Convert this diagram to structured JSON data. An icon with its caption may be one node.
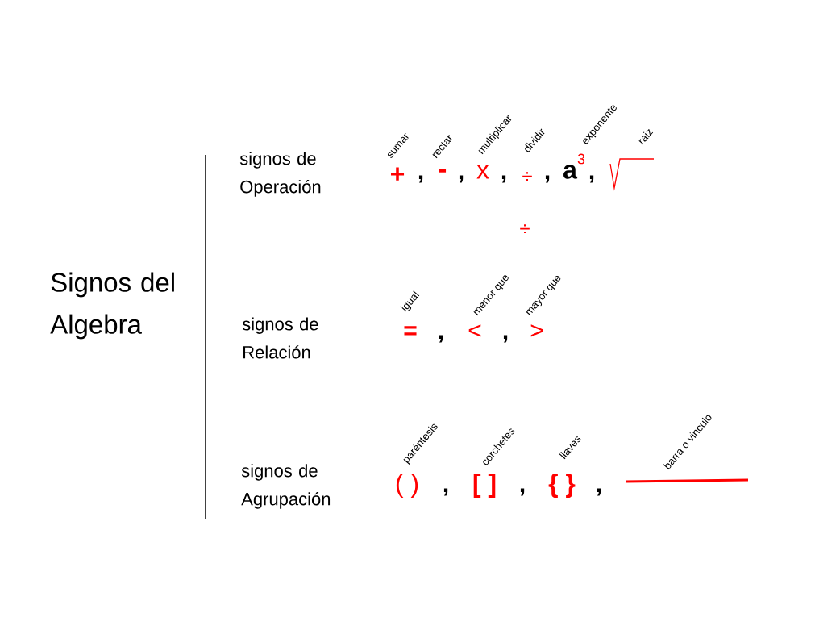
{
  "diagram": {
    "labels": [
      "Signos del Algebra",
      "signos de Operación",
      "sumar",
      "rectar",
      "multiplicar",
      "dividir",
      "exponente",
      "raiz",
      "+",
      ",",
      "-",
      ",",
      "x",
      ",",
      "÷",
      ",",
      "a",
      "3",
      ",",
      "÷",
      "signos de Relación",
      "igual",
      "menor que",
      "mayor que",
      "=",
      ",",
      "<",
      ",",
      ">",
      "signos de Agrupación",
      "paréntesis",
      "corchetes",
      "llaves",
      "barra o vinculo",
      "( )",
      ",",
      "[ ]",
      ",",
      "{ }",
      ","
    ]
  }
}
